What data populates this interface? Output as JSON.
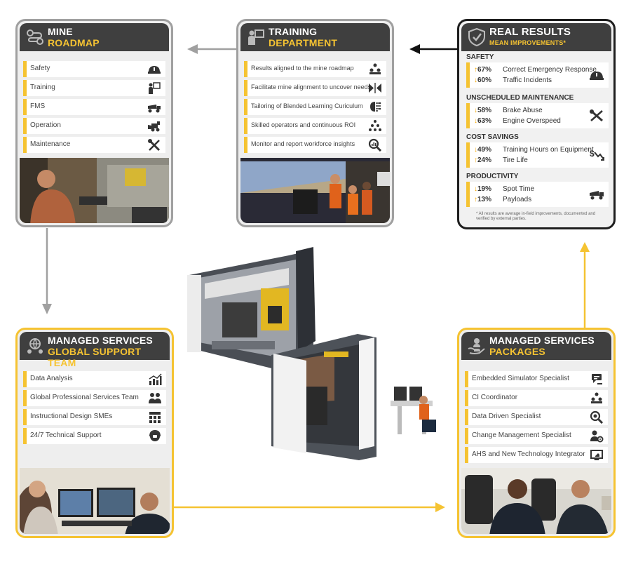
{
  "mine_roadmap": {
    "title_line1": "MINE",
    "title_line2": "ROADMAP",
    "items": [
      {
        "label": "Safety",
        "icon": "hard-hat-icon"
      },
      {
        "label": "Training",
        "icon": "trainer-board-icon"
      },
      {
        "label": "FMS",
        "icon": "haul-truck-icon"
      },
      {
        "label": "Operation",
        "icon": "loader-icon"
      },
      {
        "label": "Maintenance",
        "icon": "wrench-screwdriver-icon"
      }
    ]
  },
  "training_department": {
    "title_line1": "TRAINING",
    "title_line2": "DEPARTMENT",
    "items": [
      {
        "label": "Results aligned to the mine roadmap",
        "icon": "hierarchy-icon"
      },
      {
        "label": "Facilitate mine alignment to uncover needs",
        "icon": "align-arrows-icon"
      },
      {
        "label": "Tailoring of Blended Learning Curiculum",
        "icon": "brain-circuit-icon"
      },
      {
        "label": "Skilled operators and continuous ROI",
        "icon": "people-pyramid-icon"
      },
      {
        "label": "Monitor and report workforce insights",
        "icon": "search-chart-icon"
      }
    ]
  },
  "real_results": {
    "title_line1": "REAL RESULTS",
    "title_line2": "MEAN IMPROVEMENTS*",
    "sections": [
      {
        "title": "SAFETY",
        "icon": "hard-hat-icon",
        "rows": [
          {
            "dir": "up",
            "arrow": "↑",
            "pct": "67%",
            "label": "Correct Emergency Response"
          },
          {
            "dir": "down",
            "arrow": "↓",
            "pct": "60%",
            "label": "Traffic Incidents"
          }
        ]
      },
      {
        "title": "UNSCHEDULED MAINTENANCE",
        "icon": "wrench-screwdriver-icon",
        "rows": [
          {
            "dir": "down",
            "arrow": "↓",
            "pct": "58%",
            "label": "Brake Abuse"
          },
          {
            "dir": "down",
            "arrow": "↓",
            "pct": "63%",
            "label": "Engine Overspeed"
          }
        ]
      },
      {
        "title": "COST SAVINGS",
        "icon": "dollar-down-icon",
        "rows": [
          {
            "dir": "down",
            "arrow": "↓",
            "pct": "49%",
            "label": "Training Hours on Equipment"
          },
          {
            "dir": "up",
            "arrow": "↑",
            "pct": "24%",
            "label": "Tire Life"
          }
        ]
      },
      {
        "title": "PRODUCTIVITY",
        "icon": "haul-truck-icon",
        "rows": [
          {
            "dir": "down",
            "arrow": "↓",
            "pct": "19%",
            "label": "Spot Time"
          },
          {
            "dir": "up",
            "arrow": "↑",
            "pct": "13%",
            "label": "Payloads"
          }
        ]
      }
    ],
    "footnote": "* All results are average in-field improvements, documented and verified by external parties."
  },
  "global_support": {
    "title_line1": "MANAGED SERVICES",
    "title_line2": "GLOBAL SUPPORT TEAM",
    "items": [
      {
        "label": "Data Analysis",
        "icon": "bar-chart-icon"
      },
      {
        "label": "Global Professional Services Team",
        "icon": "team-icon"
      },
      {
        "label": "Instructional Design SMEs",
        "icon": "grid-icon"
      },
      {
        "label": "24/7 Technical Support",
        "icon": "headset-icon"
      }
    ]
  },
  "packages": {
    "title_line1": "MANAGED SERVICES",
    "title_line2": "PACKAGES",
    "items": [
      {
        "label": "Embedded Simulator Specialist",
        "icon": "chat-board-icon"
      },
      {
        "label": "CI Coordinator",
        "icon": "hierarchy-icon"
      },
      {
        "label": "Data Driven Specialist",
        "icon": "magnifier-icon"
      },
      {
        "label": "Change Management Specialist",
        "icon": "person-gear-icon"
      },
      {
        "label": "AHS and New Technology Integrator",
        "icon": "monitor-icon"
      }
    ]
  },
  "colors": {
    "accent": "#f5c332",
    "dark_header": "#3f3f3f",
    "grey_border": "#a0a0a0",
    "black_border": "#1e1e1e"
  }
}
